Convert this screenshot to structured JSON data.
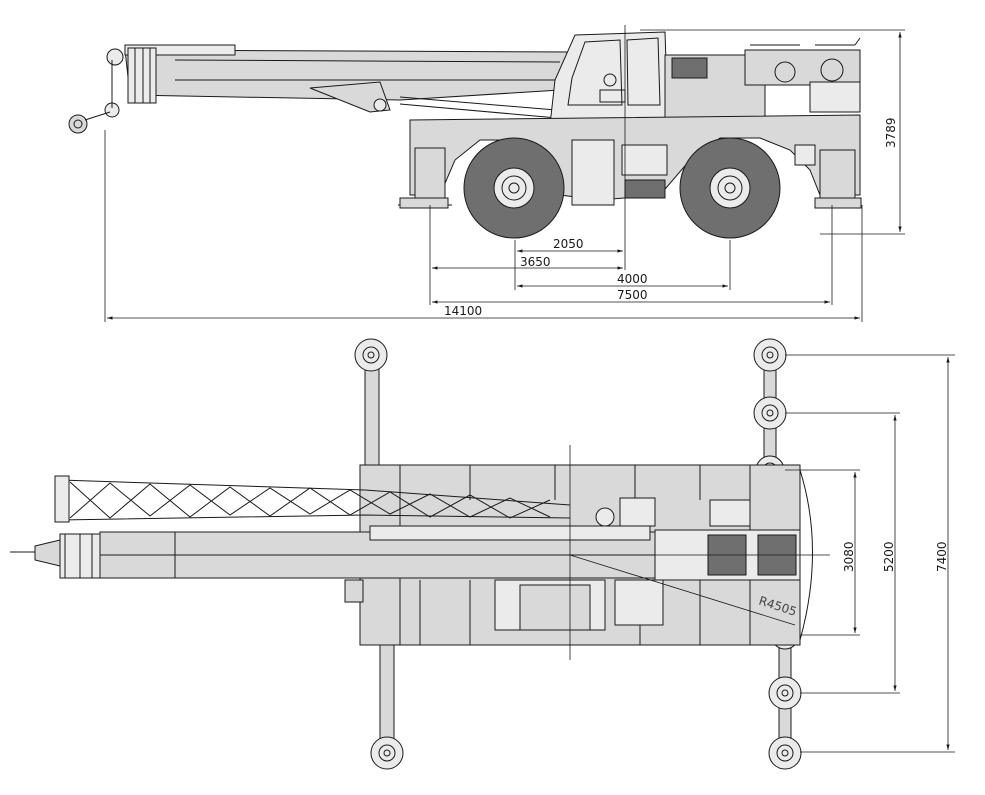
{
  "side_view": {
    "dimensions": {
      "height": "3789",
      "d2050": "2050",
      "d3650": "3650",
      "d4000": "4000",
      "d7500": "7500",
      "overall_length": "14100"
    }
  },
  "top_view": {
    "dimensions": {
      "w3080": "3080",
      "w5200": "5200",
      "w7400": "7400",
      "radius": "R4505"
    }
  },
  "colors": {
    "line": "#1a1a1a",
    "body_fill": "#d9d9d9",
    "tire_fill": "#6f6f6f"
  }
}
